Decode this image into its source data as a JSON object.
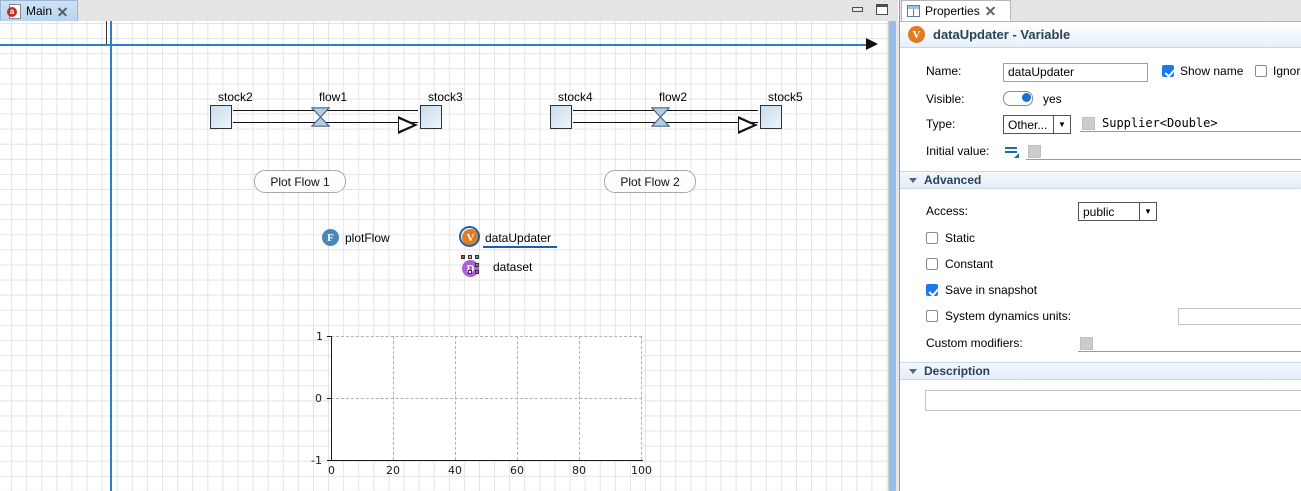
{
  "editor": {
    "tab": {
      "label": "Main",
      "icon": "agent-icon",
      "close_icon": "close-icon"
    },
    "window_buttons": {
      "minimize": "minimize-icon",
      "maximize": "maximize-icon"
    },
    "diagram": {
      "flows": [
        {
          "source_label": "stock2",
          "flow_label": "flow1",
          "target_label": "stock3"
        },
        {
          "source_label": "stock4",
          "flow_label": "flow2",
          "target_label": "stock5"
        }
      ],
      "buttons": [
        {
          "label": "Plot Flow 1"
        },
        {
          "label": "Plot Flow 2"
        }
      ],
      "elements": [
        {
          "label": "plotFlow",
          "icon": "F",
          "kind": "function-icon",
          "selected": false
        },
        {
          "label": "dataUpdater",
          "icon": "V",
          "kind": "variable-icon",
          "selected": true
        },
        {
          "label": "dataset",
          "icon": "D",
          "kind": "dataset-icon",
          "selected": false
        }
      ]
    }
  },
  "chart_data": {
    "type": "line",
    "title": "",
    "xlabel": "",
    "ylabel": "",
    "xlim": [
      0,
      100
    ],
    "ylim": [
      -1,
      1
    ],
    "xticks": [
      "0",
      "20",
      "40",
      "60",
      "80",
      "100"
    ],
    "yticks": [
      "1",
      "0",
      "-1"
    ],
    "grid": true,
    "legend": null,
    "series": []
  },
  "properties": {
    "tab": {
      "label": "Properties",
      "icon": "properties-grid-icon",
      "close_icon": "close-icon"
    },
    "title": {
      "text": "dataUpdater - Variable",
      "icon": "V",
      "icon_color": "#e07b20"
    },
    "fields": {
      "name_label": "Name:",
      "name_value": "dataUpdater",
      "show_name_label": "Show name",
      "show_name_checked": true,
      "ignore_label": "Ignore",
      "ignore_checked": false,
      "visible_label": "Visible:",
      "visible_value": "yes",
      "visible_on": true,
      "type_label": "Type:",
      "type_select_value": "Other...",
      "type_class_value": "Supplier<Double>",
      "initial_value_label": "Initial value:",
      "initial_value_value": ""
    },
    "advanced": {
      "section_label": "Advanced",
      "access_label": "Access:",
      "access_value": "public",
      "static_label": "Static",
      "static_checked": false,
      "constant_label": "Constant",
      "constant_checked": false,
      "save_snapshot_label": "Save in snapshot",
      "save_snapshot_checked": true,
      "sd_units_label": "System dynamics units:",
      "sd_units_checked": false,
      "sd_units_value": "",
      "custom_modifiers_label": "Custom modifiers:",
      "custom_modifiers_value": ""
    },
    "description": {
      "section_label": "Description",
      "value": ""
    }
  }
}
